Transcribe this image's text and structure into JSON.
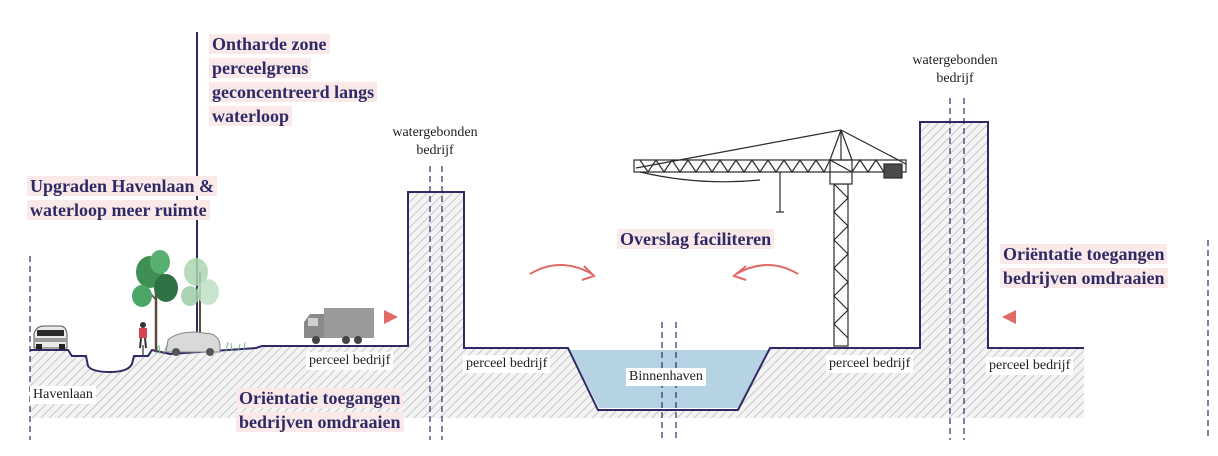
{
  "callouts": {
    "ontharde_zone": "Ontharde zone perceelgrens geconcentreerd langs waterloop",
    "upgraden_havenlaan": "Upgraden Havenlaan & waterloop meer ruimte",
    "orientatie_left": "Oriëntatie toegangen bedrijven omdraaien",
    "overslag": "Overslag faciliteren",
    "orientatie_right": "Oriëntatie toegangen bedrijven omdraaien"
  },
  "labels": {
    "havenlaan": "Havenlaan",
    "perceel_bedrijf_1": "perceel bedrijf",
    "perceel_bedrijf_2": "perceel bedrijf",
    "perceel_bedrijf_3": "perceel bedrijf",
    "perceel_bedrijf_4": "perceel bedrijf",
    "binnenhaven": "Binnenhaven",
    "watergebonden_1": "watergebonden bedrijf",
    "watergebonden_2": "watergebonden bedrijf"
  },
  "colors": {
    "navy": "#2f2a66",
    "accent_red": "#e06a66",
    "callout_highlight": "#fae9e9",
    "water": "#b5d3e2",
    "ground_hatch": "#c8c8c8",
    "tree_green": "#3f8f55"
  },
  "icons": [
    "car-icon",
    "cyclist-icon",
    "tree-icon",
    "truck-icon",
    "crane-icon",
    "arrow-right-icon",
    "arrow-left-icon",
    "curved-arrow-icon"
  ]
}
